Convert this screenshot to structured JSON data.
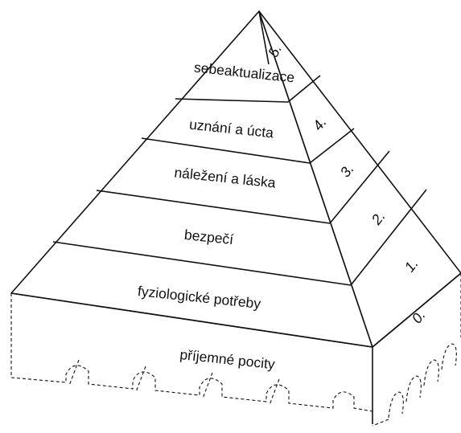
{
  "pyramid": {
    "levels": [
      {
        "name": "příjemné pocity",
        "number": "0."
      },
      {
        "name": "fyziologické potřeby",
        "number": "1."
      },
      {
        "name": "bezpečí",
        "number": "2."
      },
      {
        "name": "náležení a láska",
        "number": "3."
      },
      {
        "name": "uznání a úcta",
        "number": "4."
      },
      {
        "name": "sebeaktualizace",
        "number": "5."
      }
    ]
  }
}
